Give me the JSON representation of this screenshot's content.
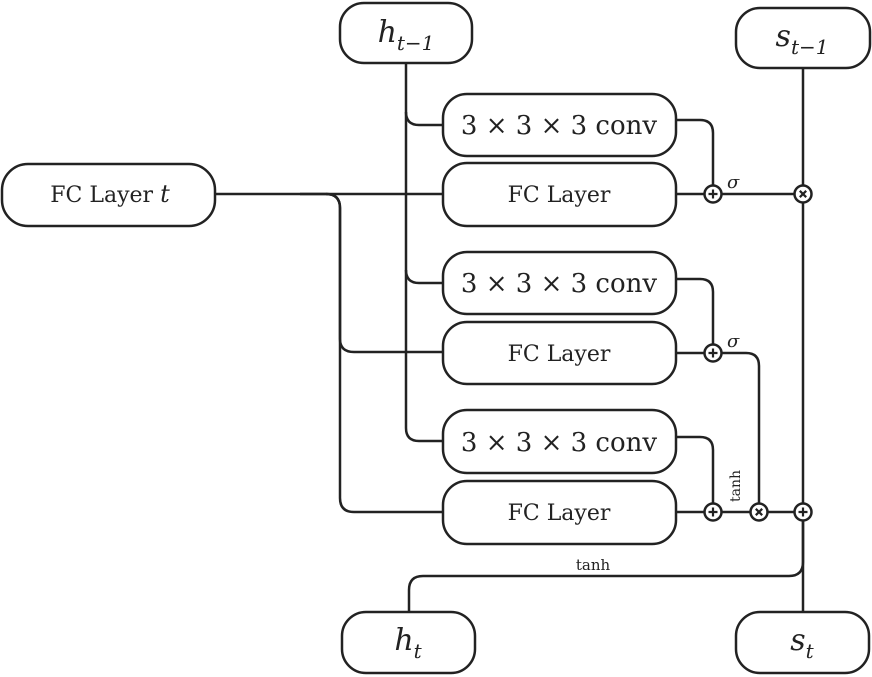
{
  "nodes": {
    "h_prev": {
      "base": "h",
      "sub": "t−1"
    },
    "s_prev": {
      "base": "s",
      "sub": "t−1"
    },
    "fc_input": {
      "text": "FC Layer",
      "var": "t"
    },
    "conv1": "3 × 3 × 3 conv",
    "fc1": "FC Layer",
    "conv2": "3 × 3 × 3 conv",
    "fc2": "FC Layer",
    "conv3": "3 × 3 × 3 conv",
    "fc3": "FC Layer",
    "h_out": {
      "base": "h",
      "sub": "t"
    },
    "s_out": {
      "base": "s",
      "sub": "t"
    }
  },
  "annotations": {
    "sigma1": "σ",
    "sigma2": "σ",
    "tanh_vertical": "tanh",
    "tanh_bottom": "tanh"
  },
  "operators": {
    "add1": "plus",
    "mul1": "times",
    "add2": "plus",
    "add3": "plus",
    "mul2": "times",
    "add4": "plus"
  },
  "colors": {
    "stroke": "#222222",
    "fill": "#ffffff"
  }
}
